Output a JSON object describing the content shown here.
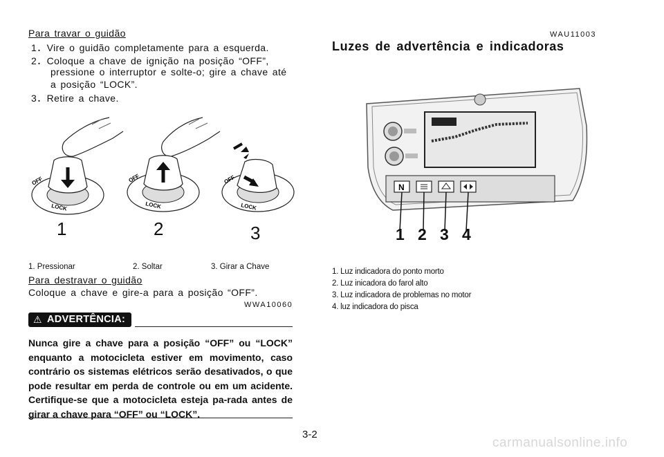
{
  "left": {
    "lock_title": "Para travar o guidão",
    "lock_steps": [
      "1．Vire o guidão completamente para a esquerda.",
      "2．Coloque a chave de ignição na posição “OFF”,",
      "pressione o interruptor e solte-o; gire a chave até",
      "a posição “LOCK”.",
      "3．Retire a chave."
    ],
    "figure_numbers": [
      "1",
      "2",
      "3"
    ],
    "switch_labels": {
      "off": "OFF",
      "lock": "LOCK"
    },
    "captions": [
      "1.  Pressionar",
      "2. Soltar",
      "3.  Girar a Chave"
    ],
    "unlock_title": "Para destravar o guidão",
    "unlock_text": "Coloque a chave e gire-a para a posição “OFF”.",
    "warning_code": "WWA10060",
    "warning_label": "ADVERTÊNCIA:",
    "warning_text": "Nunca gire a chave para a posição “OFF” ou “LOCK” enquanto a motocicleta estiver em movimento, caso contrário os sistemas elétricos serão desativados, o que pode resultar em perda de controle ou em um acidente. Certifique-se que a motocicleta esteja pa-rada antes de girar a chave para “OFF” ou “LOCK”."
  },
  "right": {
    "section_code": "WAU11003",
    "heading": "Luzes de advertência e indicadoras",
    "indicator_numbers": [
      "1",
      "2",
      "3",
      "4"
    ],
    "indicator_glyphs": [
      "N",
      "",
      "",
      ""
    ],
    "list": [
      "1.  Luz indicadora do ponto morto",
      "2.  Luz inicadora do farol alto",
      "3.  Luz indicadora de problemas no motor",
      "4.  luz indicadora do pisca"
    ]
  },
  "page_number": "3-2",
  "watermark": "carmanualsonline.info"
}
